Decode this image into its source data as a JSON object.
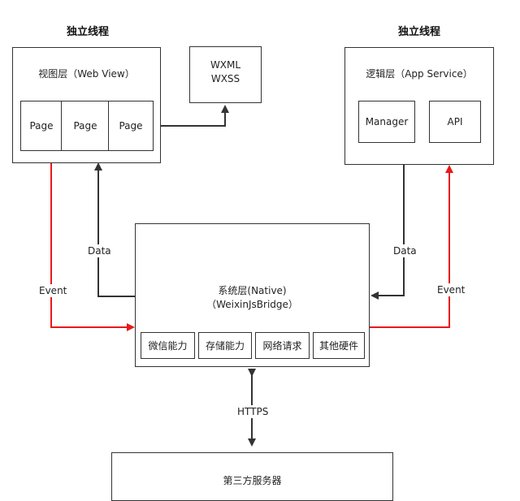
{
  "headers": {
    "left": "独立线程",
    "right": "独立线程"
  },
  "view_layer": {
    "title": "视图层（Web View）",
    "pages": [
      "Page",
      "Page",
      "Page"
    ]
  },
  "wxml": {
    "line1": "WXML",
    "line2": "WXSS"
  },
  "logic_layer": {
    "title": "逻辑层（App Service）",
    "manager": "Manager",
    "api": "API"
  },
  "native": {
    "title": "系统层(Native)",
    "subtitle": "（WeixinJsBridge）",
    "capabilities": [
      "微信能力",
      "存储能力",
      "网络请求",
      "其他硬件"
    ]
  },
  "server": {
    "title": "第三方服务器"
  },
  "labels": {
    "data_left": "Data",
    "event_left": "Event",
    "data_right": "Data",
    "event_right": "Event",
    "https": "HTTPS"
  },
  "colors": {
    "event_arrow": "#e8191a",
    "line": "#333333"
  }
}
